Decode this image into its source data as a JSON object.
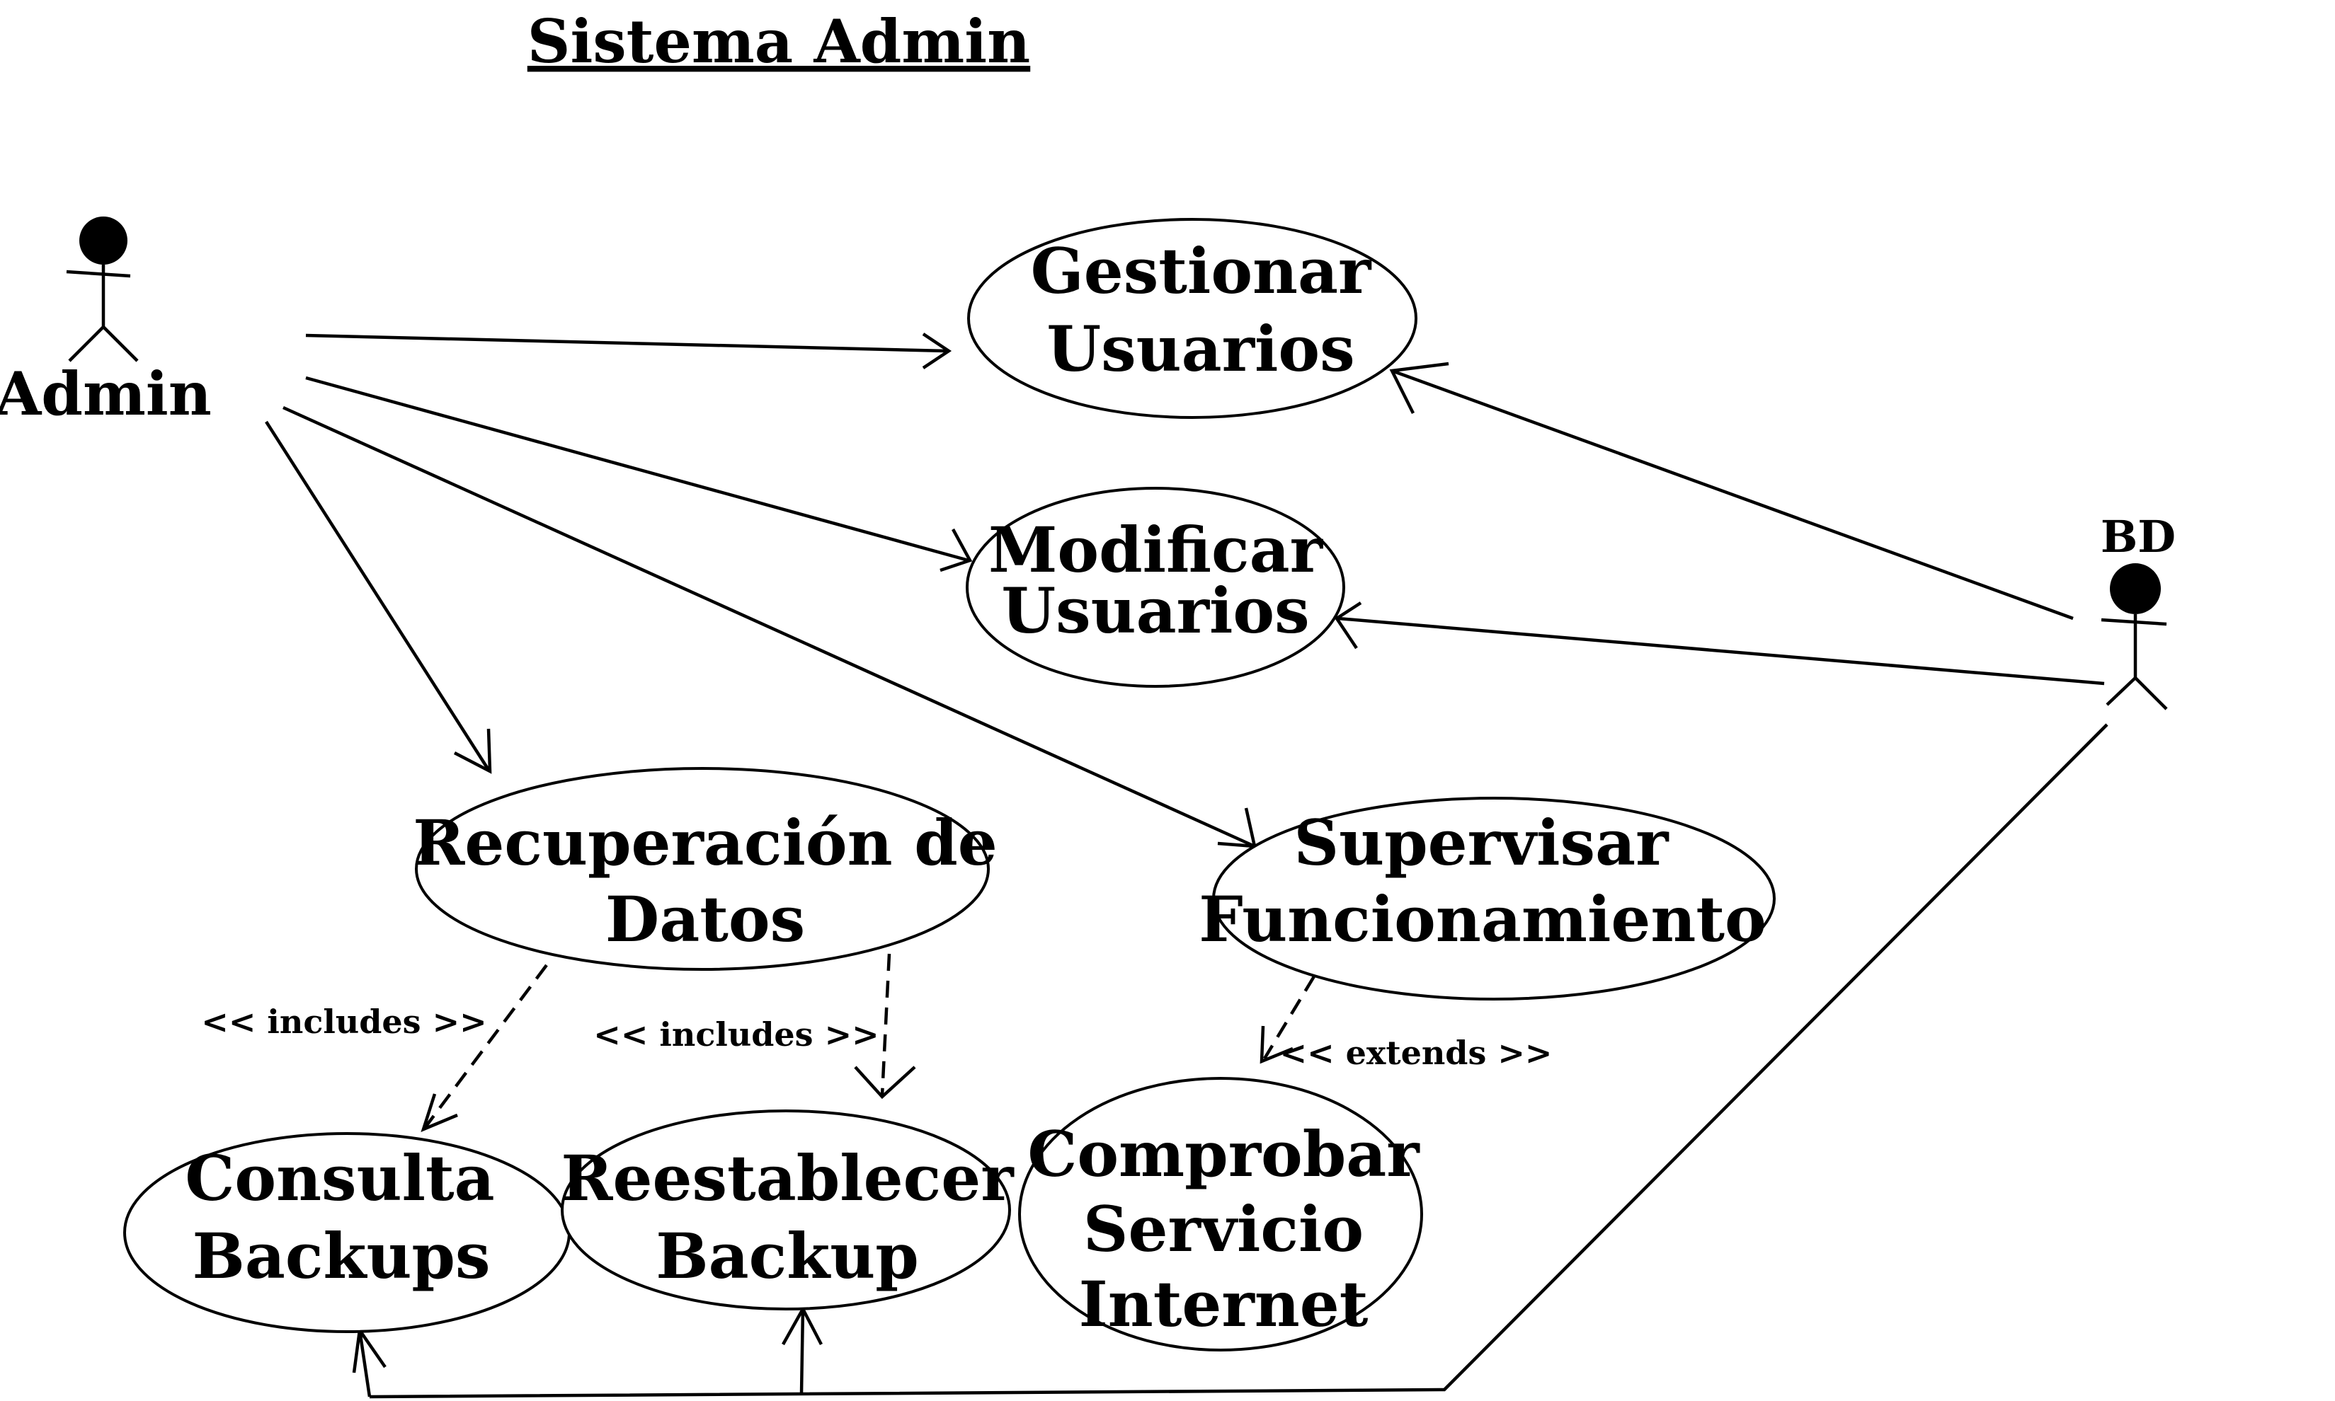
{
  "title": "Sistema Admin",
  "actors": {
    "admin": "Admin",
    "bd": "BD"
  },
  "use_cases": {
    "gestionar": [
      "Gestionar",
      "Usuarios"
    ],
    "modificar": [
      "Modificar",
      "Usuarios"
    ],
    "recuperacion": [
      "Recuperación de",
      "Datos"
    ],
    "supervisar": [
      "Supervisar",
      "Funcionamiento"
    ],
    "consulta": [
      "Consulta",
      "Backups"
    ],
    "reestablecer": [
      "Reestablecer",
      "Backup"
    ],
    "comprobar": [
      "Comprobar",
      "Servicio",
      "Internet"
    ]
  },
  "stereotypes": {
    "includes_1": "<< includes >>",
    "includes_2": "<< includes >>",
    "extends": "<< extends >>"
  }
}
